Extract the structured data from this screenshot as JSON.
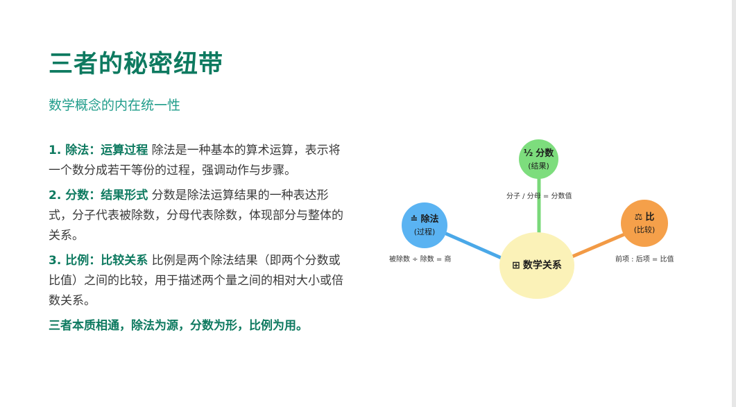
{
  "header": {
    "title": "三者的秘密纽带",
    "subtitle": "数学概念的内在统一性"
  },
  "points": [
    {
      "label": "1. 除法：运算过程",
      "text": " 除法是一种基本的算术运算，表示将一个数分成若干等份的过程，强调动作与步骤。"
    },
    {
      "label": "2. 分数：结果形式",
      "text": " 分数是除法运算结果的一种表达形式，分子代表被除数，分母代表除数，体现部分与整体的关系。"
    },
    {
      "label": "3. 比例：比较关系",
      "text": " 比例是两个除法结果（即两个分数或比值）之间的比较，用于描述两个量之间的相对大小或倍数关系。"
    }
  ],
  "summary": "三者本质相通，除法为源，分数为形，比例为用。",
  "diagram": {
    "center": {
      "icon": "⊞",
      "icon_name": "calculator-icon",
      "title": "数学关系",
      "color": "#fbf2b8"
    },
    "fraction": {
      "icon": "½",
      "icon_name": "fraction-icon",
      "title": "分数",
      "sub": "(结果)",
      "formula": "分子 / 分母 = 分数值",
      "color": "#7ddd7d",
      "line_color": "#79d879"
    },
    "division": {
      "icon": "≐",
      "icon_name": "division-icon",
      "title": "除法",
      "sub": "(过程)",
      "formula": "被除数 ÷ 除数 = 商",
      "color": "#5ab3f2",
      "line_color": "#4aa8e8"
    },
    "ratio": {
      "icon": "⚖",
      "icon_name": "balance-scale-icon",
      "title": "比",
      "sub": "(比较)",
      "formula": "前项 : 后项 = 比值",
      "color": "#f5a04a",
      "line_color": "#f29a45"
    }
  }
}
